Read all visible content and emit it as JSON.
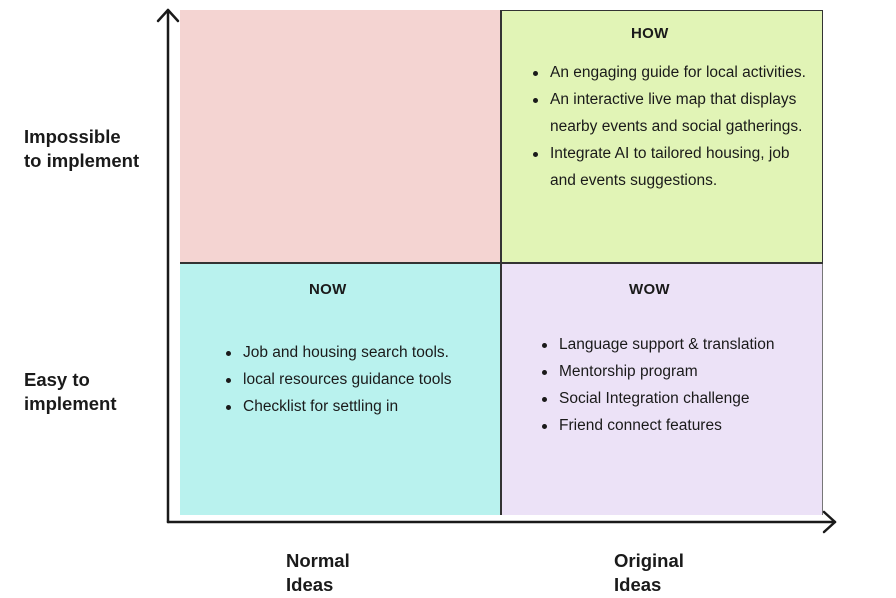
{
  "y_axis": {
    "top_label": [
      "Impossible",
      "to implement"
    ],
    "bottom_label": [
      "Easy to",
      "implement"
    ]
  },
  "x_axis": {
    "left_label": [
      "Normal",
      "Ideas"
    ],
    "right_label": [
      "Original",
      "Ideas"
    ]
  },
  "quadrants": {
    "top_left": {
      "title": "",
      "items": []
    },
    "top_right": {
      "title": "HOW",
      "items": [
        "An engaging guide for local activities.",
        "An interactive live map that displays nearby events and social gatherings.",
        "Integrate AI to tailored housing, job and events suggestions."
      ]
    },
    "bottom_left": {
      "title": "NOW",
      "items": [
        "Job and housing search tools.",
        "local resources guidance tools",
        "Checklist for settling in"
      ]
    },
    "bottom_right": {
      "title": "WOW",
      "items": [
        "Language support & translation",
        "Mentorship program",
        "Social Integration challenge",
        "Friend connect features"
      ]
    }
  },
  "colors": {
    "top_left": "#f4d4d2",
    "top_right": "#e1f4b6",
    "bottom_left": "#b9f2ee",
    "bottom_right": "#ece2f7",
    "axis": "#1a1a1a"
  }
}
